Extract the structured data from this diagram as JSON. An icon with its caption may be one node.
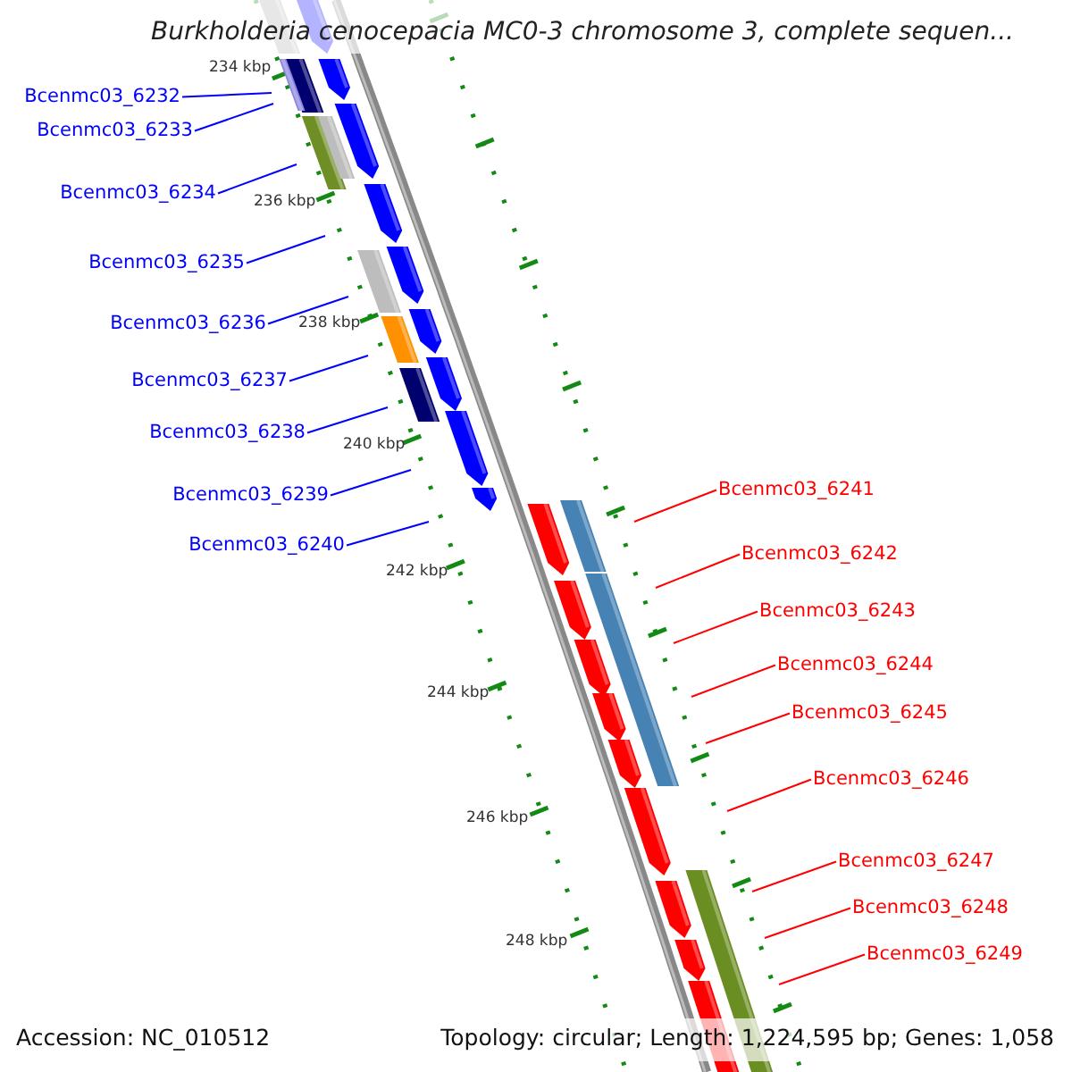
{
  "diagram": {
    "title": "Burkholderia cenocepacia MC0-3 chromosome 3, complete sequen...",
    "nodes": [
      {
        "text": [
          "Bcenmc03_6232"
        ]
      },
      {
        "text": [
          "Bcenmc03_6233"
        ]
      },
      {
        "text": [
          "Bcenmc03_6234"
        ]
      },
      {
        "text": [
          "Bcenmc03_6235"
        ]
      },
      {
        "text": [
          "Bcenmc03_6236"
        ]
      },
      {
        "text": [
          "Bcenmc03_6237"
        ]
      },
      {
        "text": [
          "Bcenmc03_6238"
        ]
      },
      {
        "text": [
          "Bcenmc03_6239"
        ]
      },
      {
        "text": [
          "Bcenmc03_6240"
        ]
      },
      {
        "text": [
          "Bcenmc03_6241"
        ]
      },
      {
        "text": [
          "Bcenmc03_6242"
        ]
      },
      {
        "text": [
          "Bcenmc03_6243"
        ]
      },
      {
        "text": [
          "Bcenmc03_6244"
        ]
      },
      {
        "text": [
          "Bcenmc03_6245"
        ]
      },
      {
        "text": [
          "Bcenmc03_6246"
        ]
      },
      {
        "text": [
          "Bcenmc03_6247"
        ]
      },
      {
        "text": [
          "Bcenmc03_6248"
        ]
      },
      {
        "text": [
          "Bcenmc03_6249"
        ]
      }
    ],
    "edges": [
      {
        "from": 0,
        "to": null,
        "arrow": "none",
        "color": "#0000ff"
      },
      {
        "from": 1,
        "to": null,
        "arrow": "none",
        "color": "#0000ff"
      },
      {
        "from": 2,
        "to": null,
        "arrow": "none",
        "color": "#0000ff"
      },
      {
        "from": 3,
        "to": null,
        "arrow": "none",
        "color": "#0000ff"
      },
      {
        "from": 4,
        "to": null,
        "arrow": "none",
        "color": "#0000ff"
      },
      {
        "from": 5,
        "to": null,
        "arrow": "none",
        "color": "#0000ff"
      },
      {
        "from": 6,
        "to": null,
        "arrow": "none",
        "color": "#0000ff"
      },
      {
        "from": 7,
        "to": null,
        "arrow": "none",
        "color": "#0000ff"
      },
      {
        "from": 8,
        "to": null,
        "arrow": "none",
        "color": "#0000ff"
      },
      {
        "from": 9,
        "to": null,
        "arrow": "none",
        "color": "#ff0000"
      },
      {
        "from": 10,
        "to": null,
        "arrow": "none",
        "color": "#ff0000"
      },
      {
        "from": 11,
        "to": null,
        "arrow": "none",
        "color": "#ff0000"
      },
      {
        "from": 12,
        "to": null,
        "arrow": "none",
        "color": "#ff0000"
      },
      {
        "from": 13,
        "to": null,
        "arrow": "none",
        "color": "#ff0000"
      },
      {
        "from": 14,
        "to": null,
        "arrow": "none",
        "color": "#ff0000"
      },
      {
        "from": 15,
        "to": null,
        "arrow": "none",
        "color": "#ff0000"
      },
      {
        "from": 16,
        "to": null,
        "arrow": "none",
        "color": "#ff0000"
      },
      {
        "from": 17,
        "to": null,
        "arrow": "none",
        "color": "#ff0000"
      }
    ],
    "labels": [
      "234 kbp",
      "236 kbp",
      "238 kbp",
      "240 kbp",
      "242 kbp",
      "244 kbp",
      "246 kbp",
      "248 kbp",
      "Accession: NC_010512",
      "Topology: circular; Length: 1,224,595 bp; Genes: 1,058"
    ]
  }
}
